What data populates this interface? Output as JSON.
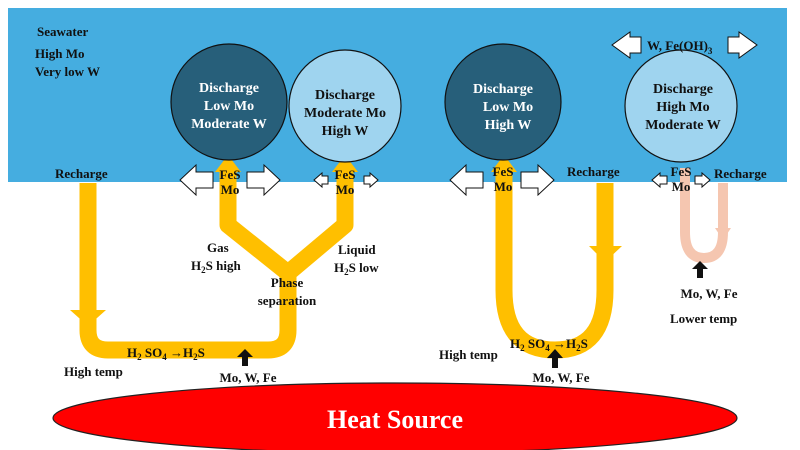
{
  "colors": {
    "seawater": "#45ade0",
    "dark_vent": "#275f7a",
    "light_vent": "#9fd4ef",
    "hot_flow": "#ffbf00",
    "cool_flow": "#f5c6b0",
    "heat": "#ff0000"
  },
  "seawater": {
    "title": "Seawater",
    "line1": "High Mo",
    "line2": "Very low W"
  },
  "vents": [
    {
      "l1": "Discharge",
      "l2": "Low Mo",
      "l3": "Moderate W"
    },
    {
      "l1": "Discharge",
      "l2": "Moderate Mo",
      "l3": "High W"
    },
    {
      "l1": "Discharge",
      "l2": "Low Mo",
      "l3": "High W"
    },
    {
      "l1": "Discharge",
      "l2": "High Mo",
      "l3": "Moderate W"
    }
  ],
  "precip": {
    "fes": "FeS",
    "mo": "Mo"
  },
  "recharge": "Recharge",
  "top_flux": {
    "main": "W, Fe(OH)",
    "sub": "3"
  },
  "gas": {
    "l1": "Gas",
    "h": "H",
    "sub": "2",
    "rest": "S high"
  },
  "liquid": {
    "l1": "Liquid",
    "h": "H",
    "sub": "2",
    "rest": "S low"
  },
  "phase": {
    "l1": "Phase",
    "l2": "separation"
  },
  "reaction": {
    "a": "H",
    "a_sub": "2",
    "b": " SO",
    "b_sub": "4",
    "c": " →H",
    "c_sub": "2",
    "d": "S"
  },
  "high_temp": "High temp",
  "lower_temp": "Lower temp",
  "metals": "Mo, W, Fe",
  "heat_source": "Heat Source"
}
